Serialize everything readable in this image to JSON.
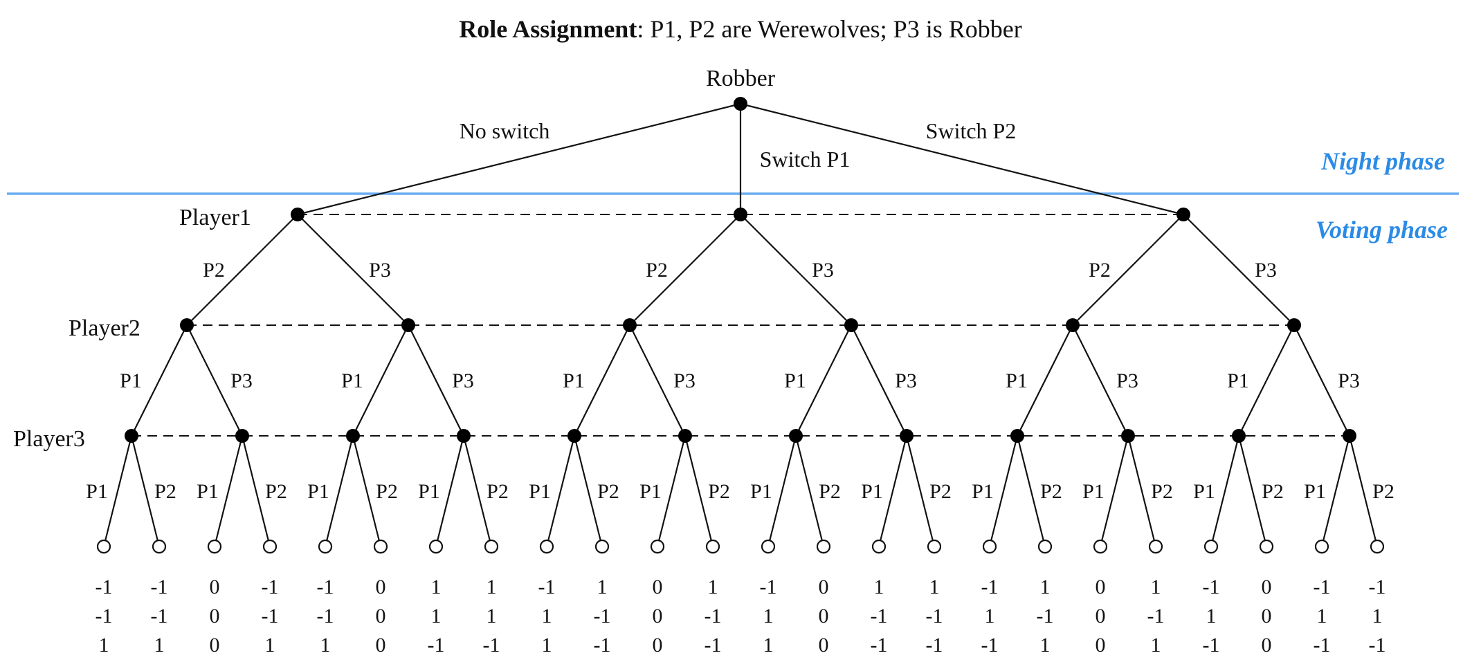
{
  "title": {
    "bold": "Role Assignment",
    "rest": ": P1, P2 are Werewolves; P3 is Robber"
  },
  "root_label": "Robber",
  "robber_actions": [
    "No switch",
    "Switch P1",
    "Switch P2"
  ],
  "phases": {
    "night": "Night phase",
    "voting": "Voting phase"
  },
  "player_labels": [
    "Player1",
    "Player2",
    "Player3"
  ],
  "player1_actions": [
    "P2",
    "P3"
  ],
  "player2_actions": [
    "P1",
    "P3"
  ],
  "player3_actions": [
    "P1",
    "P2"
  ],
  "payoffs": {
    "p1": [
      "-1",
      "-1",
      "0",
      "-1",
      "-1",
      "0",
      "1",
      "1",
      "-1",
      "1",
      "0",
      "1",
      "-1",
      "0",
      "1",
      "1",
      "-1",
      "1",
      "0",
      "1",
      "-1",
      "0",
      "-1",
      "-1"
    ],
    "p2": [
      "-1",
      "-1",
      "0",
      "-1",
      "-1",
      "0",
      "1",
      "1",
      "1",
      "-1",
      "0",
      "-1",
      "1",
      "0",
      "-1",
      "-1",
      "1",
      "-1",
      "0",
      "-1",
      "1",
      "0",
      "1",
      "1"
    ],
    "p3": [
      "1",
      "1",
      "0",
      "1",
      "1",
      "0",
      "-1",
      "-1",
      "1",
      "-1",
      "0",
      "-1",
      "1",
      "0",
      "-1",
      "-1",
      "-1",
      "1",
      "0",
      "1",
      "-1",
      "0",
      "-1",
      "-1"
    ]
  },
  "colors": {
    "phase_text": "#2b8be6",
    "phase_line": "#6aaef0",
    "edge": "#111111"
  }
}
